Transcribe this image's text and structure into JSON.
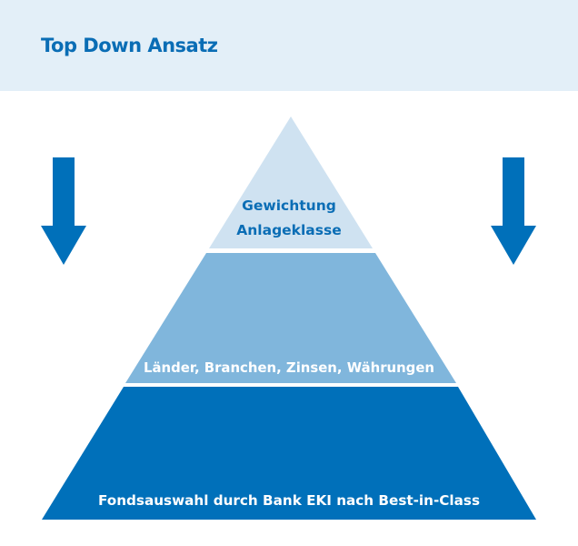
{
  "header": {
    "title": "Top Down Ansatz"
  },
  "pyramid": {
    "tiers": [
      {
        "line1": "Gewichtung",
        "line2": "Anlageklasse",
        "color": "#cfe2f1",
        "text_color": "#0a6db5"
      },
      {
        "label": "Länder, Branchen, Zinsen, Währungen",
        "color": "#80b6dc",
        "text_color": "#ffffff"
      },
      {
        "label": "Fondsauswahl durch Bank EKI nach Best-in-Class",
        "color": "#0070ba",
        "text_color": "#ffffff"
      }
    ]
  },
  "colors": {
    "arrow": "#0070ba",
    "header_bg": "#e3eff8"
  }
}
